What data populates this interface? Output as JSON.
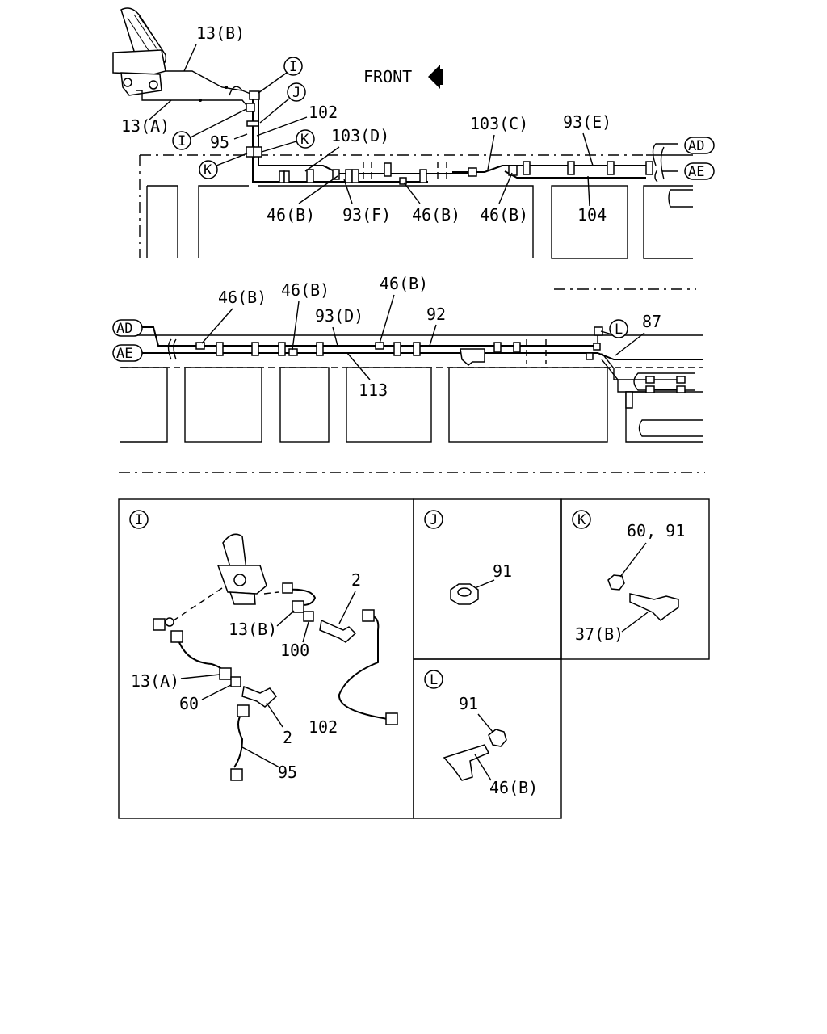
{
  "direction": {
    "label": "FRONT"
  },
  "callouts": {
    "i": "I",
    "j": "J",
    "k": "K",
    "l": "L",
    "ad": "AD",
    "ae": "AE"
  },
  "top_view": {
    "labels": [
      "13(B)",
      "13(A)",
      "102",
      "95",
      "103(D)",
      "103(C)",
      "93(E)",
      "46(B)",
      "93(F)",
      "46(B)",
      "46(B)",
      "104"
    ]
  },
  "middle_view": {
    "labels": [
      "46(B)",
      "46(B)",
      "46(B)",
      "93(D)",
      "92",
      "87",
      "113"
    ]
  },
  "detail_i": {
    "labels": [
      "2",
      "13(B)",
      "100",
      "13(A)",
      "60",
      "2",
      "102",
      "95"
    ]
  },
  "detail_j": {
    "labels": [
      "91"
    ]
  },
  "detail_k": {
    "labels": [
      "60, 91",
      "37(B)"
    ]
  },
  "detail_l": {
    "labels": [
      "91",
      "46(B)"
    ]
  }
}
